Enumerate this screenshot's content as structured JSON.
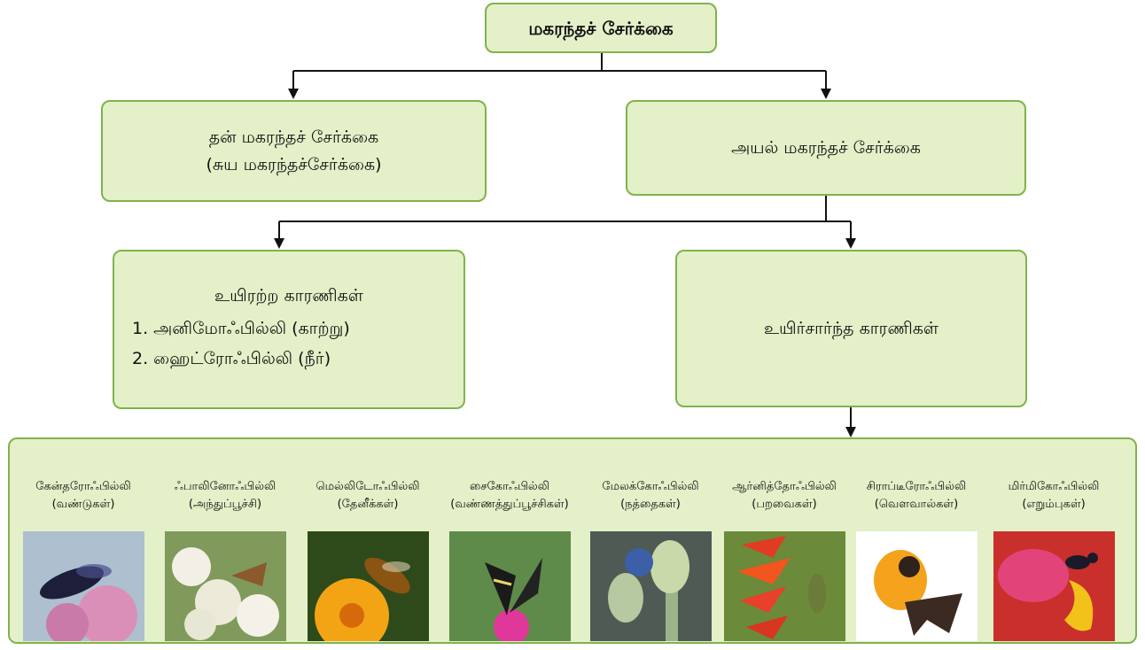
{
  "root": {
    "label": "மகரந்தச் சேர்க்கை"
  },
  "self_pollination": {
    "line1": "தன் மகரந்தச் சேர்க்கை",
    "line2": "(சுய மகரந்தச்சேர்க்கை)"
  },
  "cross_pollination": {
    "label": "அயல் மகரந்தச் சேர்க்கை"
  },
  "abiotic": {
    "title": "உயிரற்ற காரணிகள்",
    "items": [
      "1. அனிமோஃபில்லி (காற்று)",
      "2. ஹைட்ரோஃபில்லி (நீர்)"
    ]
  },
  "biotic": {
    "label": "உயிர்சார்ந்த காரணிகள்"
  },
  "agents": [
    {
      "name": "கேன்தரோஃபில்லி",
      "agent": "(வண்டுகள்)",
      "icon": "beetle-on-flower-photo"
    },
    {
      "name": "ஃபாலினோஃபில்லி",
      "agent": "(அந்துப்பூச்சி)",
      "icon": "moth-on-flower-photo"
    },
    {
      "name": "மெல்லிடோஃபில்லி",
      "agent": "(தேனீக்கள்)",
      "icon": "bee-on-flower-photo"
    },
    {
      "name": "சைகோஃபில்லி",
      "agent": "(வண்ணத்துப்பூச்சிகள்)",
      "icon": "butterfly-on-flower-photo"
    },
    {
      "name": "மேலக்கோஃபில்லி",
      "agent": "(நத்தைகள்)",
      "icon": "snail-on-stem-photo"
    },
    {
      "name": "ஆர்னித்தோஃபில்லி",
      "agent": "(பறவைகள்)",
      "icon": "bird-on-heliconia-photo"
    },
    {
      "name": "சிராப்டீரோஃபில்லி",
      "agent": "(வௌவால்கள்)",
      "icon": "bat-photo"
    },
    {
      "name": "மிர்மிகோஃபில்லி",
      "agent": "(எறும்புகள்)",
      "icon": "ant-on-flower-photo"
    }
  ]
}
